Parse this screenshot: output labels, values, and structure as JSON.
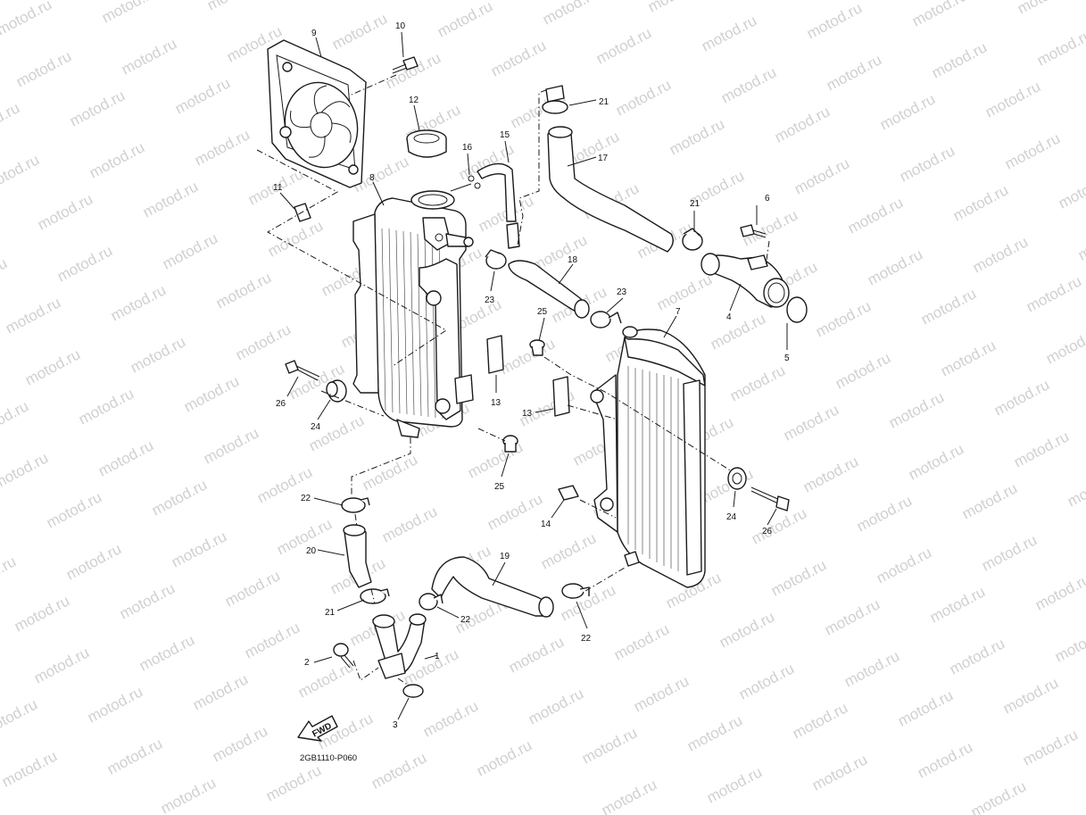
{
  "watermark": "motod.ru",
  "diagram_code": "2GB1110-P060",
  "fwd_label": "FWD",
  "callouts": [
    {
      "id": "c1",
      "label": "1"
    },
    {
      "id": "c2",
      "label": "2"
    },
    {
      "id": "c3",
      "label": "3"
    },
    {
      "id": "c4",
      "label": "4"
    },
    {
      "id": "c5",
      "label": "5"
    },
    {
      "id": "c6",
      "label": "6"
    },
    {
      "id": "c7",
      "label": "7"
    },
    {
      "id": "c8",
      "label": "8"
    },
    {
      "id": "c9",
      "label": "9"
    },
    {
      "id": "c10",
      "label": "10"
    },
    {
      "id": "c11",
      "label": "11"
    },
    {
      "id": "c12",
      "label": "12"
    },
    {
      "id": "c13a",
      "label": "13"
    },
    {
      "id": "c13b",
      "label": "13"
    },
    {
      "id": "c14",
      "label": "14"
    },
    {
      "id": "c15",
      "label": "15"
    },
    {
      "id": "c16",
      "label": "16"
    },
    {
      "id": "c17",
      "label": "17"
    },
    {
      "id": "c18",
      "label": "18"
    },
    {
      "id": "c19",
      "label": "19"
    },
    {
      "id": "c20",
      "label": "20"
    },
    {
      "id": "c21a",
      "label": "21"
    },
    {
      "id": "c21b",
      "label": "21"
    },
    {
      "id": "c21c",
      "label": "21"
    },
    {
      "id": "c22a",
      "label": "22"
    },
    {
      "id": "c22b",
      "label": "22"
    },
    {
      "id": "c22c",
      "label": "22"
    },
    {
      "id": "c23a",
      "label": "23"
    },
    {
      "id": "c23b",
      "label": "23"
    },
    {
      "id": "c24a",
      "label": "24"
    },
    {
      "id": "c24b",
      "label": "24"
    },
    {
      "id": "c25a",
      "label": "25"
    },
    {
      "id": "c25b",
      "label": "25"
    },
    {
      "id": "c26a",
      "label": "26"
    },
    {
      "id": "c26b",
      "label": "26"
    }
  ]
}
